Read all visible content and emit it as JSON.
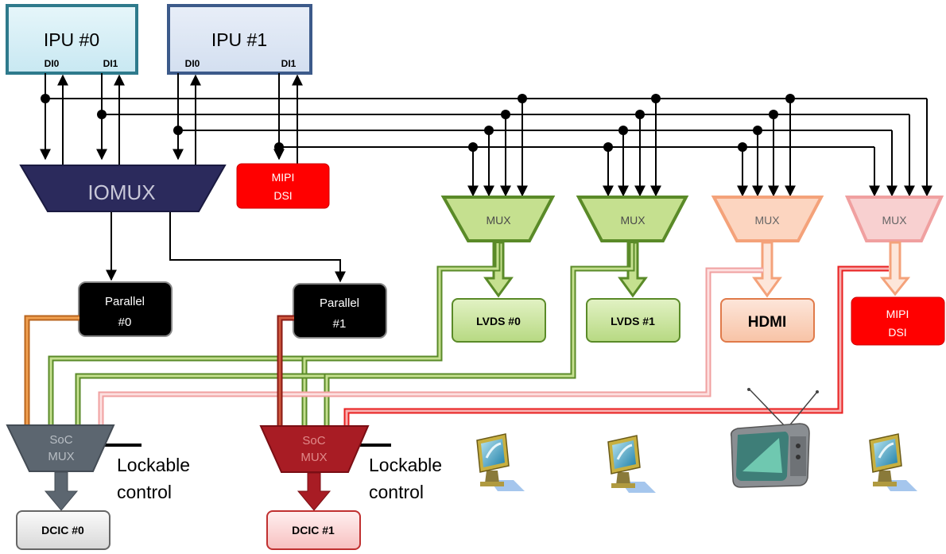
{
  "ipu0": {
    "title": "IPU #0",
    "di0": "DI0",
    "di1": "DI1"
  },
  "ipu1": {
    "title": "IPU #1",
    "di0": "DI0",
    "di1": "DI1"
  },
  "iomux": {
    "label": "IOMUX"
  },
  "mipi_dsi_top": {
    "line1": "MIPI",
    "line2": "DSI"
  },
  "mux_labels": [
    "MUX",
    "MUX",
    "MUX",
    "MUX"
  ],
  "parallel0": {
    "line1": "Parallel",
    "line2": "#0"
  },
  "parallel1": {
    "line1": "Parallel",
    "line2": "#1"
  },
  "lvds0": {
    "label": "LVDS #0"
  },
  "lvds1": {
    "label": "LVDS #1"
  },
  "hdmi": {
    "label": "HDMI"
  },
  "mipi_dsi_out": {
    "line1": "MIPI",
    "line2": "DSI"
  },
  "soc_mux0": {
    "line1": "SoC",
    "line2": "MUX"
  },
  "soc_mux1": {
    "line1": "SoC",
    "line2": "MUX"
  },
  "lockable0": {
    "line1": "Lockable",
    "line2": "control"
  },
  "lockable1": {
    "line1": "Lockable",
    "line2": "control"
  },
  "dcic0": {
    "label": "DCIC #0"
  },
  "dcic1": {
    "label": "DCIC #1"
  },
  "colors": {
    "ipu0_border": "#2e7a8c",
    "ipu1_border": "#3c5a8a",
    "iomux_fill": "#2b2a5c",
    "mipi_red": "#ff0000",
    "green_fill": "#c5e08f",
    "green_stroke": "#5a8a28",
    "hdmi_fill": "#fcd5c0",
    "hdmi_stroke": "#f4a27a",
    "pink_fill": "#f8d0d0",
    "pink_stroke": "#f0a0a0",
    "soc0_fill": "#5c6670",
    "soc1_fill": "#a81c24"
  },
  "icons": [
    "monitor-icon",
    "monitor-icon",
    "tv-icon",
    "monitor-icon"
  ]
}
